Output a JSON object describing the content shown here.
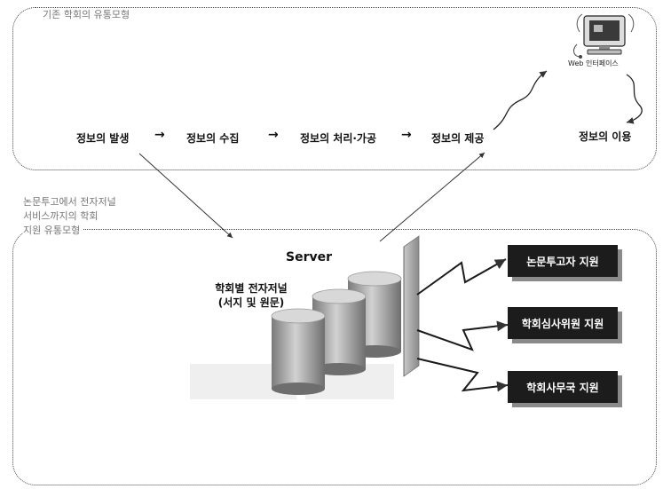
{
  "top_section": {
    "label": "기존 학회의 유통모형"
  },
  "bottom_section": {
    "label_lines": [
      "논문투고에서 전자저널",
      "서비스까지의 학회",
      "지원 유통모형"
    ]
  },
  "flow": {
    "step1": "정보의 발생",
    "step2": "정보의 수집",
    "step3": "정보의 처리·가공",
    "step4": "정보의 제공",
    "step5": "정보의 이용"
  },
  "web_interface": {
    "label": "Web 인터페이스"
  },
  "server": {
    "title": "Server",
    "journal_line1": "학회별 전자저널",
    "journal_line2": "(서지 및 원문)"
  },
  "support": {
    "author": "논문투고자 지원",
    "reviewer": "학회심사위원 지원",
    "office": "학회사무국 지원"
  }
}
